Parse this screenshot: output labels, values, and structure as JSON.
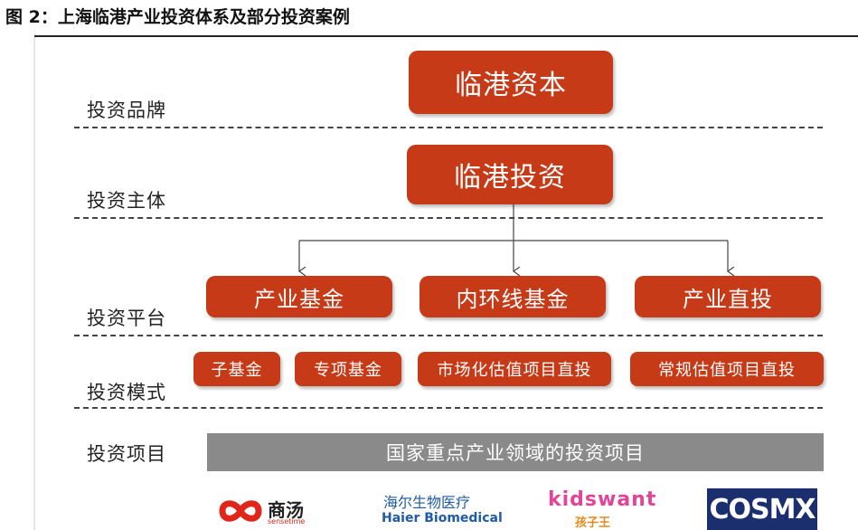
{
  "figure": {
    "title": "图 2：上海临港产业投资体系及部分投资案例"
  },
  "levels": {
    "brand": "投资品牌",
    "entity": "投资主体",
    "platform": "投资平台",
    "mode": "投资模式",
    "project": "投资项目"
  },
  "nodes": {
    "brand": "临港资本",
    "entity": "临港投资",
    "platforms": [
      "产业基金",
      "内环线基金",
      "产业直投"
    ],
    "modes": [
      "子基金",
      "专项基金",
      "市场化估值项目直投",
      "常规估值项目直投"
    ],
    "project_bar": "国家重点产业领域的投资项目"
  },
  "logos": {
    "sensetime": {
      "name": "商汤",
      "sub": "sensetime"
    },
    "haier": {
      "cn": "海尔生物医疗",
      "en": "Haier Biomedical"
    },
    "kidswant": {
      "en": "kidswant",
      "cn": "孩子王"
    },
    "cosmx": {
      "text": "COSMX"
    }
  },
  "colors": {
    "box": "#c73a17",
    "bar": "#8a8a8a",
    "cosmx": "#1b2f6e",
    "sensetime": "#e0251b",
    "haier": "#1f5aa6"
  }
}
